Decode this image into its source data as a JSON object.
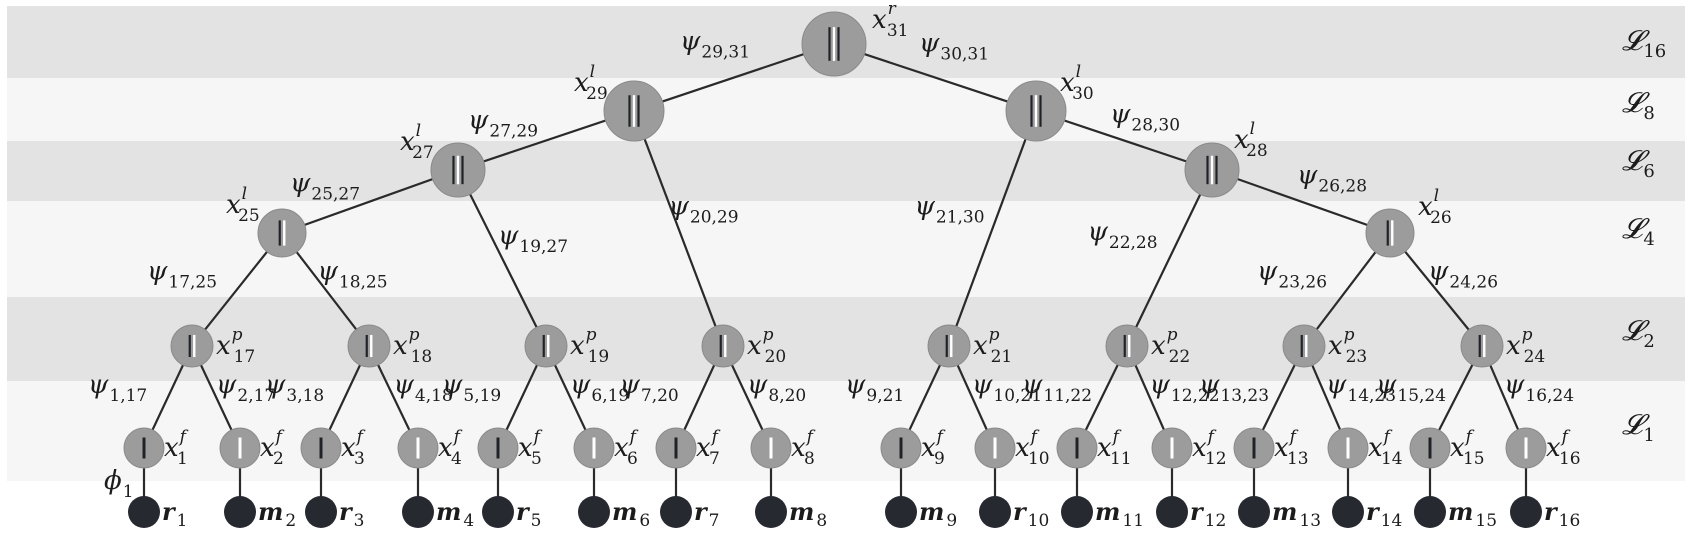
{
  "levels": [
    {
      "label": "𝓛",
      "sub": "16"
    },
    {
      "label": "𝓛",
      "sub": "8"
    },
    {
      "label": "𝓛",
      "sub": "6"
    },
    {
      "label": "𝓛",
      "sub": "4"
    },
    {
      "label": "𝓛",
      "sub": "2"
    },
    {
      "label": "𝓛",
      "sub": "1"
    }
  ],
  "nodes": [
    {
      "id": 31,
      "base": "x",
      "sub": "31",
      "sup": "r",
      "bars": 3
    },
    {
      "id": 29,
      "base": "x",
      "sub": "29",
      "sup": "l",
      "bars": 3
    },
    {
      "id": 30,
      "base": "x",
      "sub": "30",
      "sup": "l",
      "bars": 3
    },
    {
      "id": 27,
      "base": "x",
      "sub": "27",
      "sup": "l",
      "bars": 3
    },
    {
      "id": 28,
      "base": "x",
      "sub": "28",
      "sup": "l",
      "bars": 3
    },
    {
      "id": 25,
      "base": "x",
      "sub": "25",
      "sup": "l",
      "bars": 2
    },
    {
      "id": 26,
      "base": "x",
      "sub": "26",
      "sup": "l",
      "bars": 2
    },
    {
      "id": 17,
      "base": "x",
      "sub": "17",
      "sup": "p",
      "bars": 2
    },
    {
      "id": 18,
      "base": "x",
      "sub": "18",
      "sup": "p",
      "bars": 2
    },
    {
      "id": 19,
      "base": "x",
      "sub": "19",
      "sup": "p",
      "bars": 2
    },
    {
      "id": 20,
      "base": "x",
      "sub": "20",
      "sup": "p",
      "bars": 2
    },
    {
      "id": 21,
      "base": "x",
      "sub": "21",
      "sup": "p",
      "bars": 2
    },
    {
      "id": 22,
      "base": "x",
      "sub": "22",
      "sup": "p",
      "bars": 2
    },
    {
      "id": 23,
      "base": "x",
      "sub": "23",
      "sup": "p",
      "bars": 2
    },
    {
      "id": 24,
      "base": "x",
      "sub": "24",
      "sup": "p",
      "bars": 2
    },
    {
      "id": 1,
      "base": "x",
      "sub": "1",
      "sup": "f",
      "bars": 1
    },
    {
      "id": 2,
      "base": "x",
      "sub": "2",
      "sup": "f",
      "bars": 1
    },
    {
      "id": 3,
      "base": "x",
      "sub": "3",
      "sup": "f",
      "bars": 1
    },
    {
      "id": 4,
      "base": "x",
      "sub": "4",
      "sup": "f",
      "bars": 1
    },
    {
      "id": 5,
      "base": "x",
      "sub": "5",
      "sup": "f",
      "bars": 1
    },
    {
      "id": 6,
      "base": "x",
      "sub": "6",
      "sup": "f",
      "bars": 1
    },
    {
      "id": 7,
      "base": "x",
      "sub": "7",
      "sup": "f",
      "bars": 1
    },
    {
      "id": 8,
      "base": "x",
      "sub": "8",
      "sup": "f",
      "bars": 1
    },
    {
      "id": 9,
      "base": "x",
      "sub": "9",
      "sup": "f",
      "bars": 1
    },
    {
      "id": 10,
      "base": "x",
      "sub": "10",
      "sup": "f",
      "bars": 1
    },
    {
      "id": 11,
      "base": "x",
      "sub": "11",
      "sup": "f",
      "bars": 1
    },
    {
      "id": 12,
      "base": "x",
      "sub": "12",
      "sup": "f",
      "bars": 1
    },
    {
      "id": 13,
      "base": "x",
      "sub": "13",
      "sup": "f",
      "bars": 1
    },
    {
      "id": 14,
      "base": "x",
      "sub": "14",
      "sup": "f",
      "bars": 1
    },
    {
      "id": 15,
      "base": "x",
      "sub": "15",
      "sup": "f",
      "bars": 1
    },
    {
      "id": 16,
      "base": "x",
      "sub": "16",
      "sup": "f",
      "bars": 1
    }
  ],
  "edges": [
    {
      "from": 29,
      "to": 31,
      "base": "ψ",
      "sub": "29,31"
    },
    {
      "from": 30,
      "to": 31,
      "base": "ψ",
      "sub": "30,31"
    },
    {
      "from": 27,
      "to": 29,
      "base": "ψ",
      "sub": "27,29"
    },
    {
      "from": 20,
      "to": 29,
      "base": "ψ",
      "sub": "20,29"
    },
    {
      "from": 21,
      "to": 30,
      "base": "ψ",
      "sub": "21,30"
    },
    {
      "from": 28,
      "to": 30,
      "base": "ψ",
      "sub": "28,30"
    },
    {
      "from": 25,
      "to": 27,
      "base": "ψ",
      "sub": "25,27"
    },
    {
      "from": 19,
      "to": 27,
      "base": "ψ",
      "sub": "19,27"
    },
    {
      "from": 22,
      "to": 28,
      "base": "ψ",
      "sub": "22,28"
    },
    {
      "from": 26,
      "to": 28,
      "base": "ψ",
      "sub": "26,28"
    },
    {
      "from": 17,
      "to": 25,
      "base": "ψ",
      "sub": "17,25"
    },
    {
      "from": 18,
      "to": 25,
      "base": "ψ",
      "sub": "18,25"
    },
    {
      "from": 23,
      "to": 26,
      "base": "ψ",
      "sub": "23,26"
    },
    {
      "from": 24,
      "to": 26,
      "base": "ψ",
      "sub": "24,26"
    },
    {
      "from": 1,
      "to": 17,
      "base": "ψ",
      "sub": "1,17"
    },
    {
      "from": 2,
      "to": 17,
      "base": "ψ",
      "sub": "2,17"
    },
    {
      "from": 3,
      "to": 18,
      "base": "ψ",
      "sub": "3,18"
    },
    {
      "from": 4,
      "to": 18,
      "base": "ψ",
      "sub": "4,18"
    },
    {
      "from": 5,
      "to": 19,
      "base": "ψ",
      "sub": "5,19"
    },
    {
      "from": 6,
      "to": 19,
      "base": "ψ",
      "sub": "6,19"
    },
    {
      "from": 7,
      "to": 20,
      "base": "ψ",
      "sub": "7,20"
    },
    {
      "from": 8,
      "to": 20,
      "base": "ψ",
      "sub": "8,20"
    },
    {
      "from": 9,
      "to": 21,
      "base": "ψ",
      "sub": "9,21"
    },
    {
      "from": 10,
      "to": 21,
      "base": "ψ",
      "sub": "10,21"
    },
    {
      "from": 11,
      "to": 22,
      "base": "ψ",
      "sub": "11,22"
    },
    {
      "from": 12,
      "to": 22,
      "base": "ψ",
      "sub": "12,22"
    },
    {
      "from": 13,
      "to": 23,
      "base": "ψ",
      "sub": "13,23"
    },
    {
      "from": 14,
      "to": 23,
      "base": "ψ",
      "sub": "14,23"
    },
    {
      "from": 15,
      "to": 24,
      "base": "ψ",
      "sub": "15,24"
    },
    {
      "from": 16,
      "to": 24,
      "base": "ψ",
      "sub": "16,24"
    }
  ],
  "observations": [
    {
      "node": 1,
      "base": "r",
      "sub": "1"
    },
    {
      "node": 2,
      "base": "m",
      "sub": "2"
    },
    {
      "node": 3,
      "base": "r",
      "sub": "3"
    },
    {
      "node": 4,
      "base": "m",
      "sub": "4"
    },
    {
      "node": 5,
      "base": "r",
      "sub": "5"
    },
    {
      "node": 6,
      "base": "m",
      "sub": "6"
    },
    {
      "node": 7,
      "base": "r",
      "sub": "7"
    },
    {
      "node": 8,
      "base": "m",
      "sub": "8"
    },
    {
      "node": 9,
      "base": "m",
      "sub": "9"
    },
    {
      "node": 10,
      "base": "r",
      "sub": "10"
    },
    {
      "node": 11,
      "base": "m",
      "sub": "11"
    },
    {
      "node": 12,
      "base": "r",
      "sub": "12"
    },
    {
      "node": 13,
      "base": "m",
      "sub": "13"
    },
    {
      "node": 14,
      "base": "r",
      "sub": "14"
    },
    {
      "node": 15,
      "base": "m",
      "sub": "15"
    },
    {
      "node": 16,
      "base": "r",
      "sub": "16"
    }
  ],
  "unary_factor": {
    "base": "ϕ",
    "sub": "1"
  }
}
